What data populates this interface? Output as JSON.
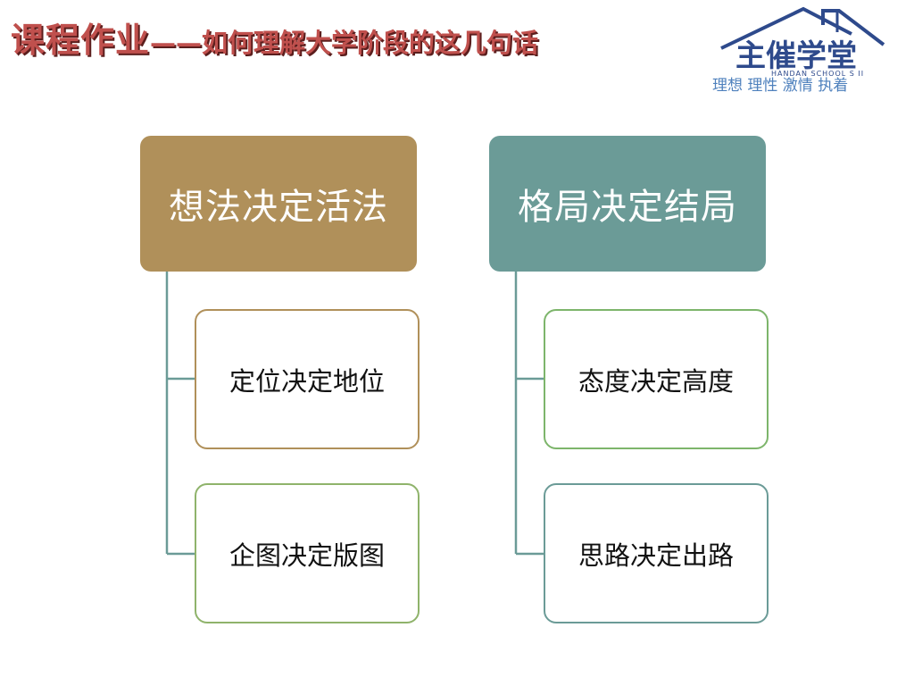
{
  "slide": {
    "title_main": "课程作业",
    "title_sub": "——如何理解大学阶段的这几句话",
    "slogan": "理想 理性 激情 执着",
    "logo": {
      "text": "主催学堂",
      "small_text": "HANDAN SCHOOL S II"
    }
  },
  "diagram": {
    "groups": [
      {
        "head": "想法决定活法",
        "items": [
          "定位决定地位",
          "企图决定版图"
        ]
      },
      {
        "head": "格局决定结局",
        "items": [
          "态度决定高度",
          "思路决定出路"
        ]
      }
    ]
  },
  "colors": {
    "title": "#c0504d",
    "head_left": "#b0905a",
    "head_right": "#6b9b97",
    "connector": "#6b9b97",
    "logo": "#2e4a8c",
    "slogan": "#4f81bd"
  }
}
